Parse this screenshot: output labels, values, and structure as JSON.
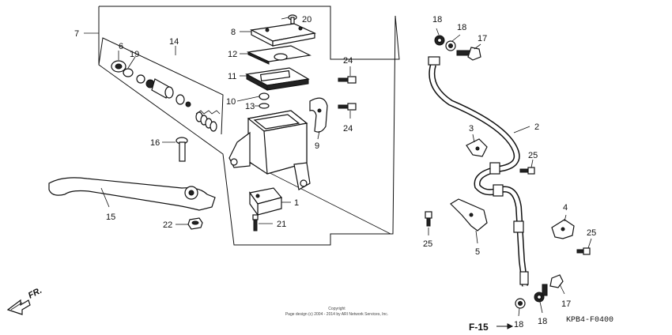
{
  "callouts": {
    "c1": "1",
    "c2": "2",
    "c3": "3",
    "c4": "4",
    "c5": "5",
    "c6": "6",
    "c7": "7",
    "c8": "8",
    "c9": "9",
    "c10": "10",
    "c11": "11",
    "c12": "12",
    "c13": "13",
    "c14": "14",
    "c15": "15",
    "c16": "16",
    "c17a": "17",
    "c17b": "17",
    "c18a": "18",
    "c18b": "18",
    "c18c": "18",
    "c18d": "18",
    "c19": "19",
    "c20": "20",
    "c21": "21",
    "c22": "22",
    "c24a": "24",
    "c24b": "24",
    "c25a": "25",
    "c25b": "25",
    "c25c": "25"
  },
  "reference": "F-15",
  "diagram_code": "KPB4-F0400",
  "direction_label": "FR.",
  "copyright_line1": "Copyright",
  "copyright_line2": "Page design (c) 2004 - 2014 by ARI Network Services, Inc."
}
